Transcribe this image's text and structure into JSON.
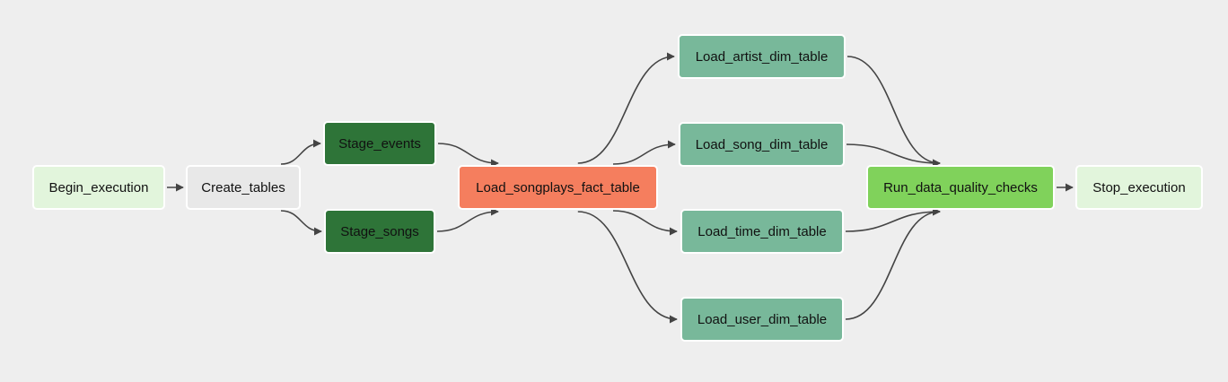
{
  "nodes": [
    {
      "id": "begin",
      "label": "Begin_execution",
      "color": "#e2f5dc"
    },
    {
      "id": "create",
      "label": "Create_tables",
      "color": "#e8e8e8"
    },
    {
      "id": "stage_events",
      "label": "Stage_events",
      "color": "#2e7438"
    },
    {
      "id": "stage_songs",
      "label": "Stage_songs",
      "color": "#2e7438"
    },
    {
      "id": "songplays",
      "label": "Load_songplays_fact_table",
      "color": "#f57e5e"
    },
    {
      "id": "artist",
      "label": "Load_artist_dim_table",
      "color": "#78b89a"
    },
    {
      "id": "song",
      "label": "Load_song_dim_table",
      "color": "#78b89a"
    },
    {
      "id": "time",
      "label": "Load_time_dim_table",
      "color": "#78b89a"
    },
    {
      "id": "user",
      "label": "Load_user_dim_table",
      "color": "#78b89a"
    },
    {
      "id": "quality",
      "label": "Run_data_quality_checks",
      "color": "#80d25b"
    },
    {
      "id": "stop",
      "label": "Stop_execution",
      "color": "#e2f5dc"
    }
  ],
  "edges": [
    [
      "begin",
      "create"
    ],
    [
      "create",
      "stage_events"
    ],
    [
      "create",
      "stage_songs"
    ],
    [
      "stage_events",
      "songplays"
    ],
    [
      "stage_songs",
      "songplays"
    ],
    [
      "songplays",
      "artist"
    ],
    [
      "songplays",
      "song"
    ],
    [
      "songplays",
      "time"
    ],
    [
      "songplays",
      "user"
    ],
    [
      "artist",
      "quality"
    ],
    [
      "song",
      "quality"
    ],
    [
      "time",
      "quality"
    ],
    [
      "user",
      "quality"
    ],
    [
      "quality",
      "stop"
    ]
  ],
  "colors": {
    "background": "#eeeeee",
    "edge": "#444444",
    "node_border": "#ffffff"
  }
}
